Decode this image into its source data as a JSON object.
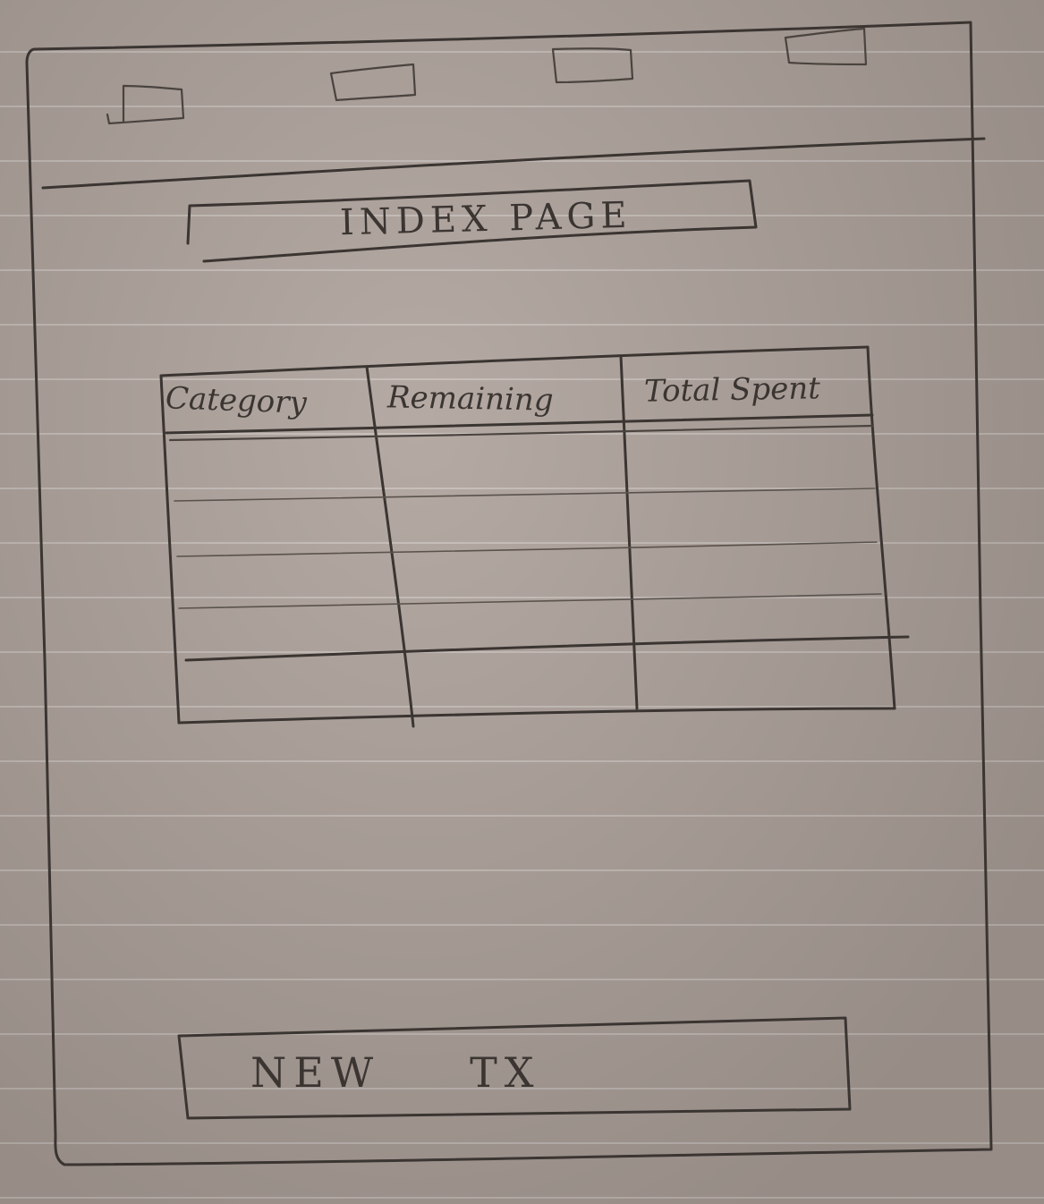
{
  "page": {
    "title": "INDEX PAGE"
  },
  "nav": {
    "tabs": [
      {
        "label": ""
      },
      {
        "label": ""
      },
      {
        "label": ""
      },
      {
        "label": ""
      }
    ]
  },
  "table": {
    "columns": [
      "Category",
      "Remaining",
      "Total Spent"
    ],
    "rows": [
      [
        "",
        "",
        ""
      ],
      [
        "",
        "",
        ""
      ],
      [
        "",
        "",
        ""
      ],
      [
        "",
        "",
        ""
      ],
      [
        "",
        "",
        ""
      ]
    ]
  },
  "actions": {
    "new_tx_label_1": "NEW",
    "new_tx_label_2": "TX"
  }
}
